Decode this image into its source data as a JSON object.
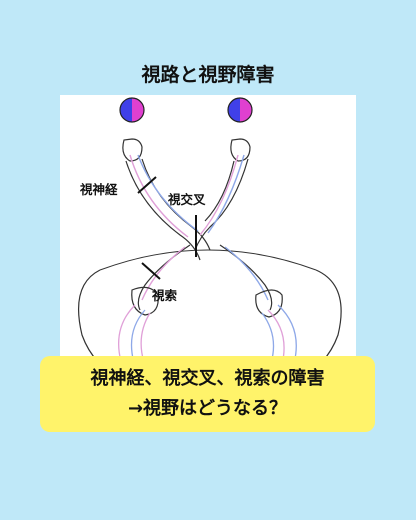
{
  "title": "視路と視野障害",
  "labels": {
    "optic_nerve": "視神経",
    "optic_chiasm": "視交叉",
    "optic_tract": "視索"
  },
  "banner": {
    "line1": "視神経、視交叉、視索の障害",
    "line2": "→視野はどうなる？"
  },
  "colors": {
    "background": "#bfe8f8",
    "left_half": "#4040e8",
    "right_half": "#e040d0",
    "banner": "#fff36a",
    "pink_path": "#e0a0d8",
    "blue_path": "#8ea8e8"
  }
}
